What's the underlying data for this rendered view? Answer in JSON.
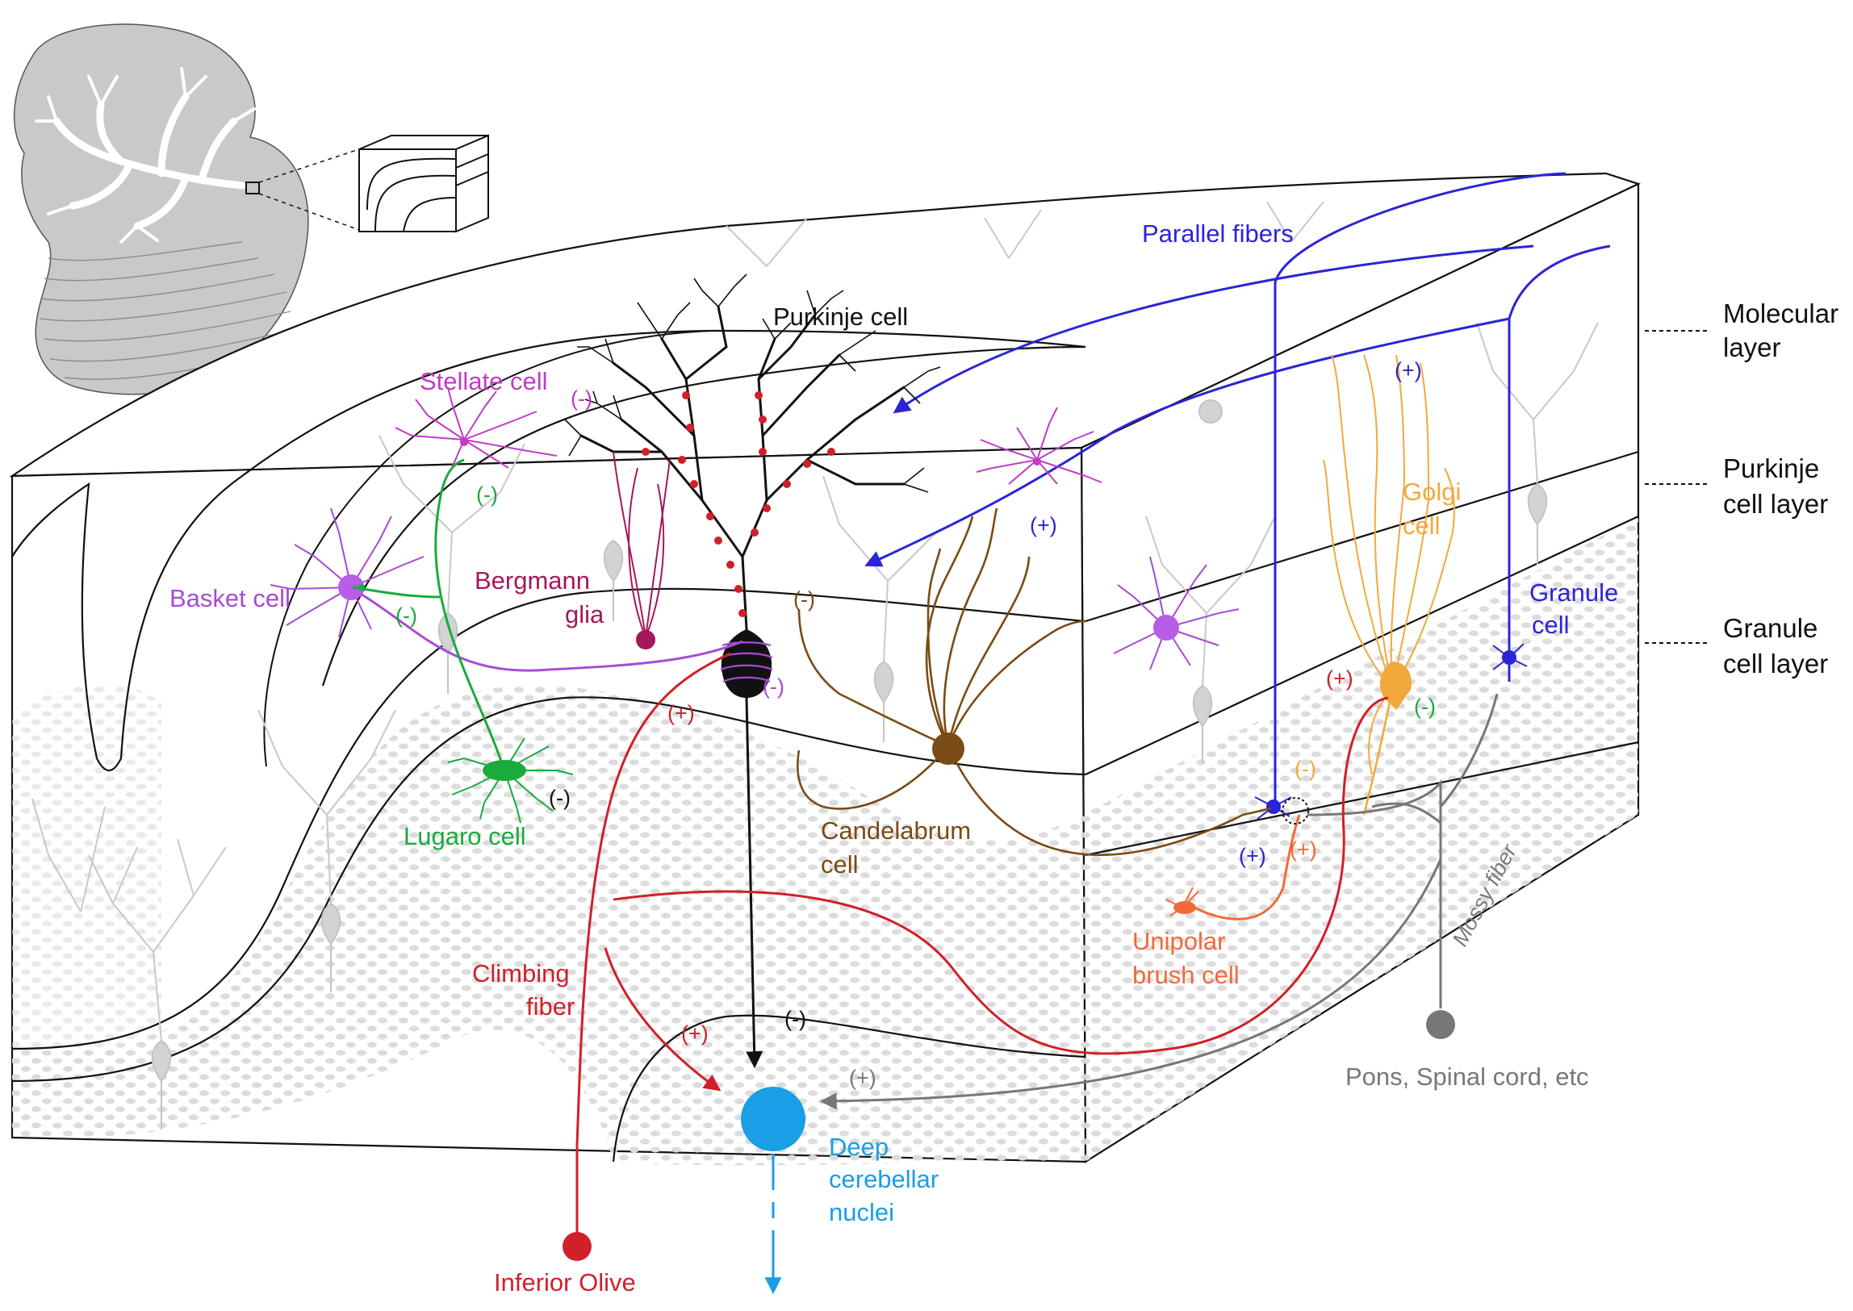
{
  "colors": {
    "purkinje": "#111111",
    "climbing": "#d0202a",
    "parallel": "#2b24d6",
    "stellate": "#c03cc6",
    "basket": "#a64bd6",
    "bergmann": "#a3185a",
    "lugaro": "#1aab3c",
    "candelabrum": "#7a4b14",
    "golgi": "#f2a93c",
    "granule": "#2b24d6",
    "unipolar": "#f26a3a",
    "mossy": "#777777",
    "dcn": "#1a9ee6",
    "tissue": "#d8d8d8"
  },
  "labels": {
    "purkinje_cell": "Purkinje cell",
    "parallel_fibers": "Parallel fibers",
    "stellate_cell": "Stellate cell",
    "basket_cell": "Basket cell",
    "bergmann_line1": "Bergmann",
    "bergmann_line2": "glia",
    "lugaro_cell": "Lugaro cell",
    "candelabrum_line1": "Candelabrum",
    "candelabrum_line2": "cell",
    "golgi_line1": "Golgi",
    "golgi_line2": "cell",
    "granule_line1": "Granule",
    "granule_line2": "cell",
    "unipolar_line1": "Unipolar",
    "unipolar_line2": "brush cell",
    "mossy_fiber": "Mossy fiber",
    "climbing_line1": "Climbing",
    "climbing_line2": "fiber",
    "dcn_line1": "Deep",
    "dcn_line2": "cerebellar",
    "dcn_line3": "nuclei",
    "inferior_olive": "Inferior Olive",
    "pons": "Pons, Spinal cord, etc"
  },
  "layers": {
    "molecular_line1": "Molecular",
    "molecular_line2": "layer",
    "purkinje_line1": "Purkinje",
    "purkinje_line2": "cell layer",
    "granule_line1": "Granule",
    "granule_line2": "cell layer"
  },
  "signs": {
    "plus": "(+)",
    "minus": "(-)"
  }
}
